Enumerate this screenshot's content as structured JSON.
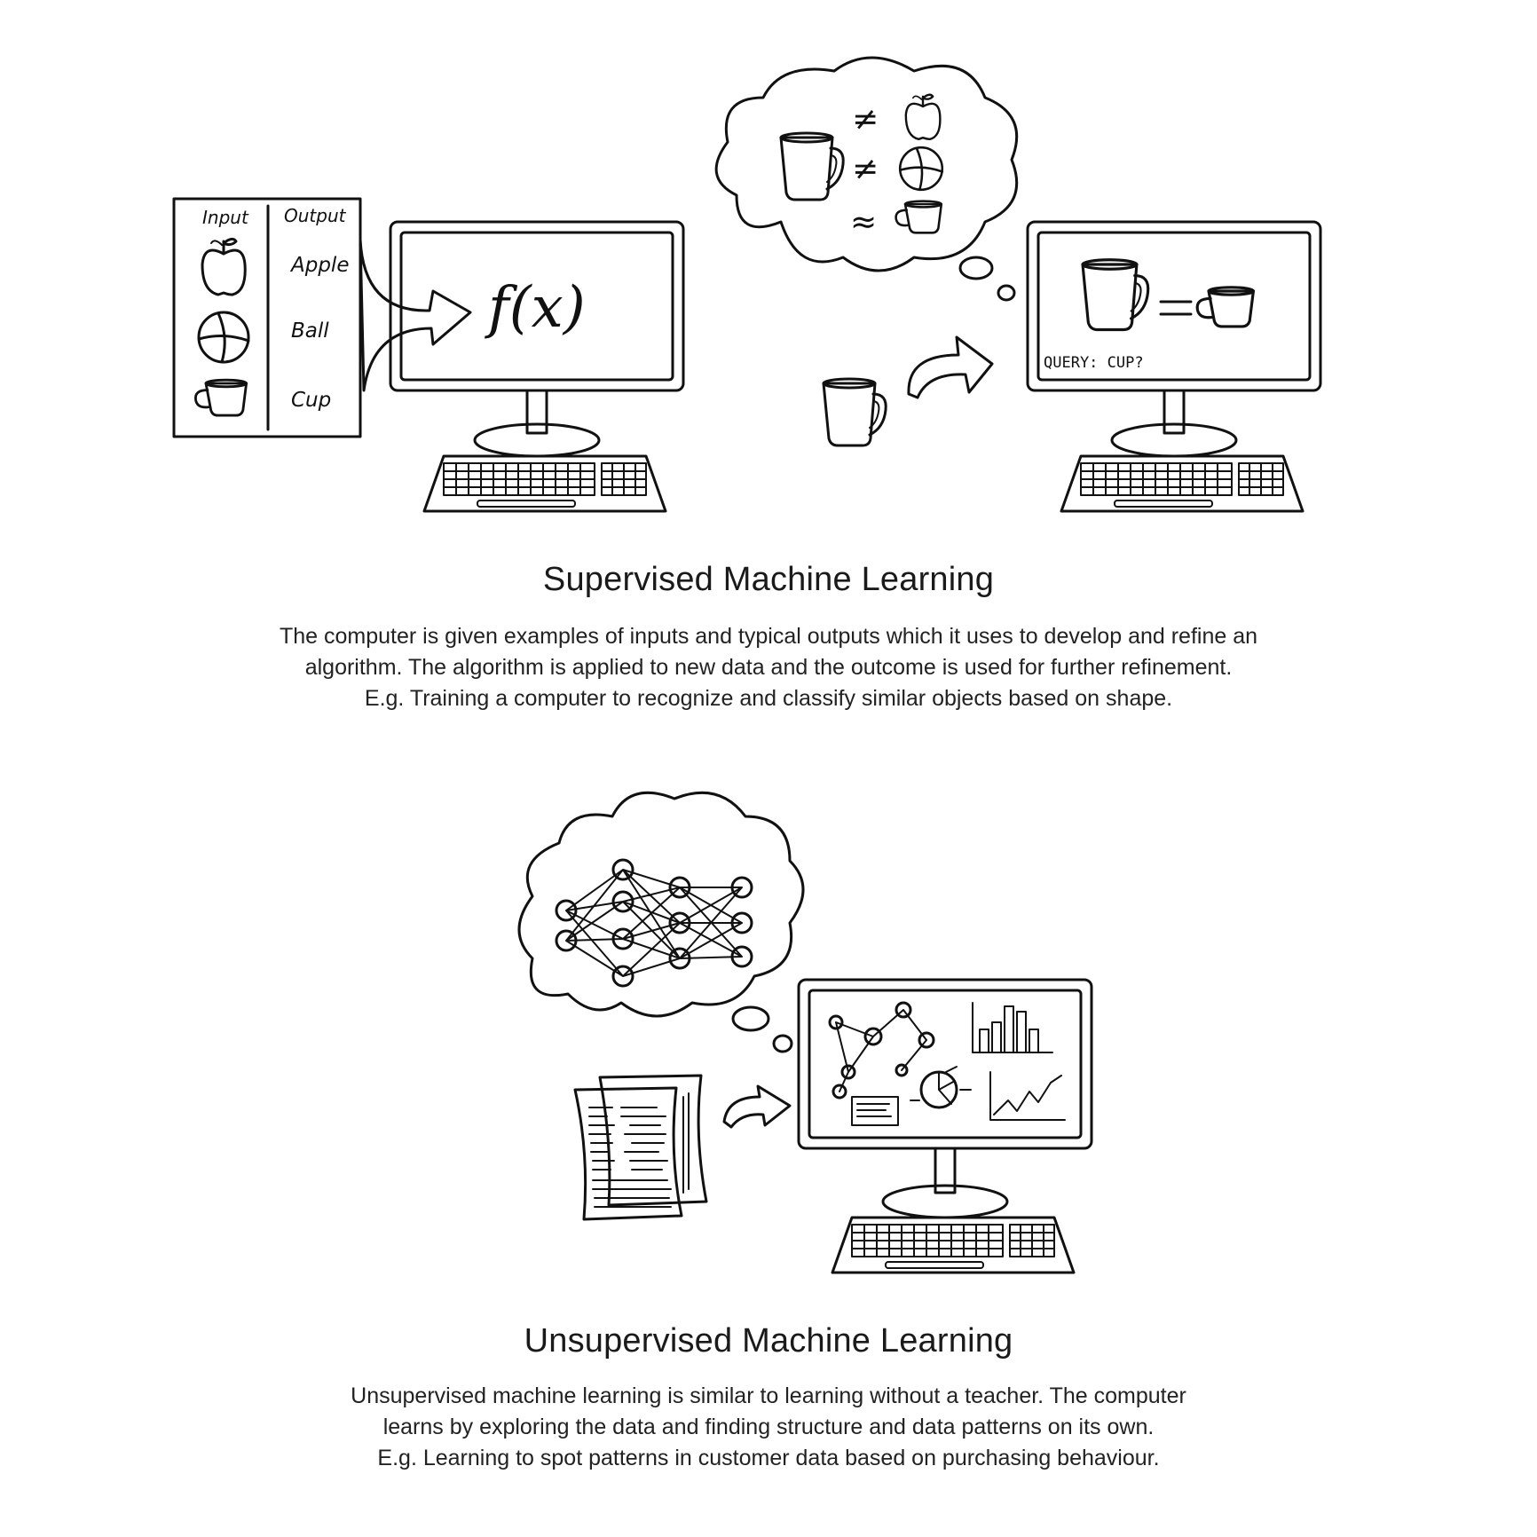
{
  "supervised": {
    "table": {
      "input_header": "Input",
      "output_header": "Output",
      "rows": [
        "Apple",
        "Ball",
        "Cup"
      ]
    },
    "function_label": "f(x)",
    "query_label": "QUERY: CUP?",
    "thought_symbols": [
      "≠",
      "≠",
      "≈"
    ],
    "title": "Supervised Machine Learning",
    "description": [
      "The computer is given examples of inputs and typical outputs which it uses to develop and refine an",
      "algorithm. The algorithm is applied to new data and the outcome is used for further refinement.",
      "E.g. Training a computer to recognize and classify similar objects based on shape."
    ]
  },
  "unsupervised": {
    "title": "Unsupervised Machine Learning",
    "description": [
      "Unsupervised machine learning is similar to learning without a teacher. The computer",
      "learns by exploring the data and finding structure and data patterns on its own.",
      "E.g. Learning to spot patterns in customer data based on purchasing behaviour."
    ]
  }
}
